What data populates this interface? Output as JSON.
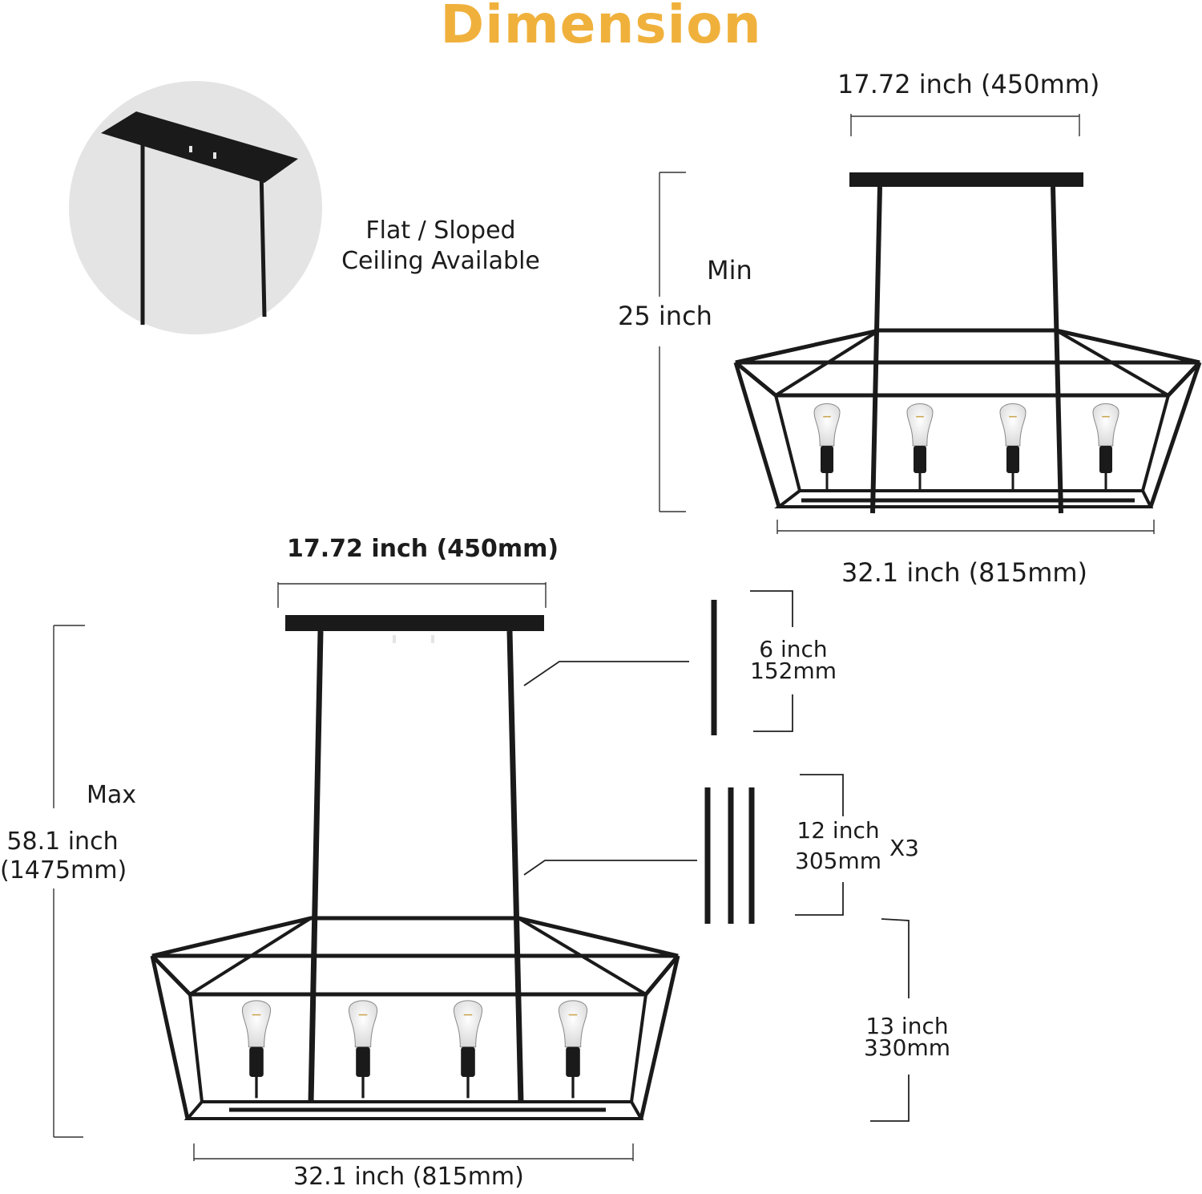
{
  "title": "Dimension",
  "colors": {
    "title": "#f0b13c",
    "frame": "#1a1a1a",
    "circle_bg": "#e4e4e4",
    "text": "#1c1c1c"
  },
  "ceiling_note": {
    "line1": "Flat /  Sloped",
    "line2": "Ceiling Available"
  },
  "min_view": {
    "top_width": "17.72 inch (450mm)",
    "label": "Min",
    "height": "25 inch",
    "bottom_width": "32.1 inch (815mm)"
  },
  "max_view": {
    "top_width": "17.72 inch (450mm)",
    "label": "Max",
    "height_line1": "58.1 inch",
    "height_line2": "(1475mm)",
    "bottom_width": "32.1 inch (815mm)"
  },
  "rods": {
    "short": {
      "line1": "6 inch",
      "line2": "152mm"
    },
    "long": {
      "line1": "12 inch",
      "line2": "305mm",
      "qty": "X3"
    },
    "cage": {
      "line1": "13 inch",
      "line2": "330mm"
    }
  }
}
